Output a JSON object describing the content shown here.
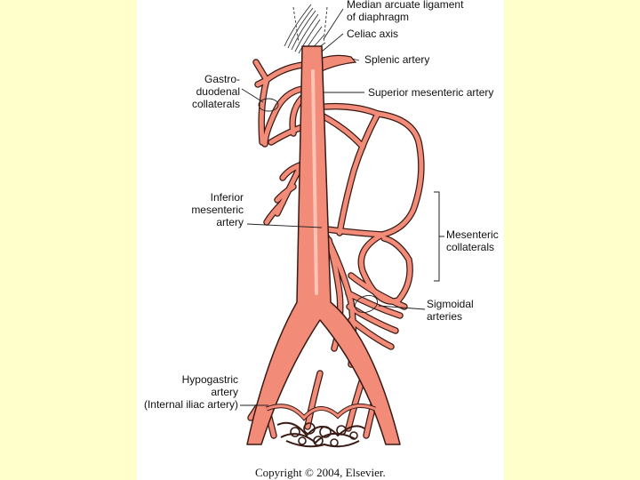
{
  "labels": {
    "median_arcuate": [
      "Median arcuate ligament",
      "of diaphragm"
    ],
    "celiac_axis": "Celiac axis",
    "splenic_artery": "Splenic artery",
    "gastroduodenal": [
      "Gastro-",
      "duodenal",
      "collaterals"
    ],
    "superior_mesenteric": "Superior mesenteric artery",
    "inferior_mesenteric": [
      "Inferior",
      "mesenteric",
      "artery"
    ],
    "mesenteric_collaterals": [
      "Mesenteric",
      "collaterals"
    ],
    "sigmoidal_arteries": [
      "Sigmoidal",
      "arteries"
    ],
    "hypogastric": [
      "Hypogastric",
      "artery",
      "(Internal iliac artery)"
    ]
  },
  "copyright": "Copyright © 2004, Elsevier.",
  "colors": {
    "slide_background": "#ffffcc",
    "panel_background": "#ffffff",
    "artery_fill": "#f28b78",
    "artery_outline": "#3a1a14",
    "artery_highlight": "#fbc3b6",
    "leader_line": "#222222"
  }
}
